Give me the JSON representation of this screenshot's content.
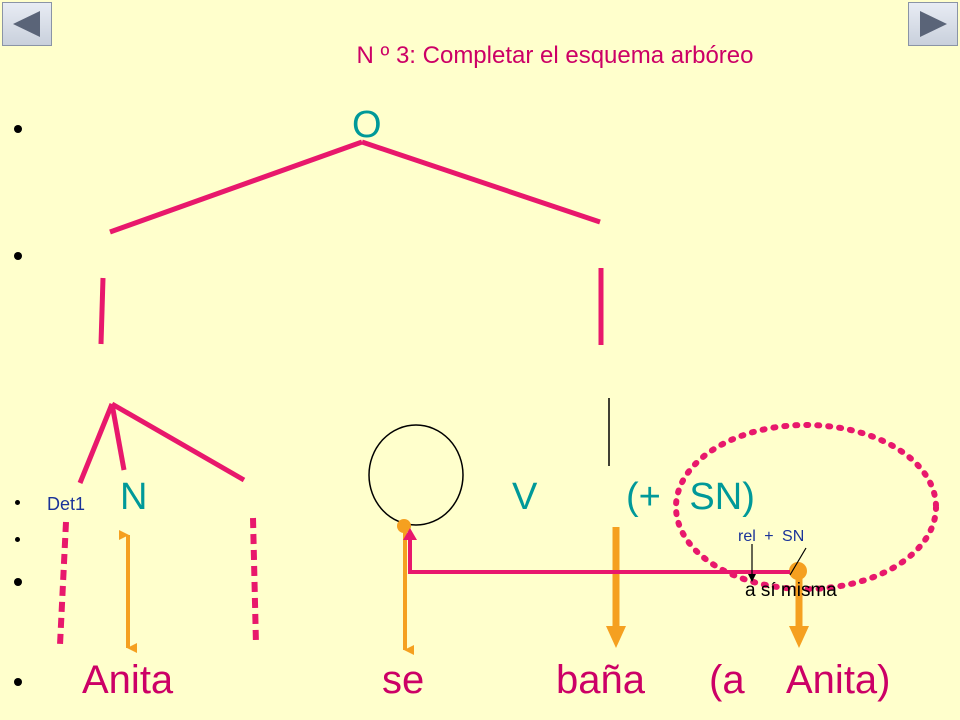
{
  "nav": {
    "prev_icon": "triangle-left-icon",
    "next_icon": "triangle-right-icon"
  },
  "title": "N º 3: Completar el esquema arbóreo",
  "tree": {
    "root": "O",
    "det_label": "Det1",
    "n_label": "N",
    "v_label": "V",
    "sn_label": "(+ SN)",
    "rel_sn_label": "rel + SN",
    "a_si_misma_label": "a sí misma"
  },
  "sentence": {
    "word1": "Anita",
    "word2": "se",
    "word3": "baña",
    "word4": "(a",
    "word5": "Anita)"
  },
  "colors": {
    "pink": "#e8186c",
    "orange": "#f5a020",
    "teal": "#009999",
    "blue": "#1a3399",
    "background": "#ffffcc"
  }
}
